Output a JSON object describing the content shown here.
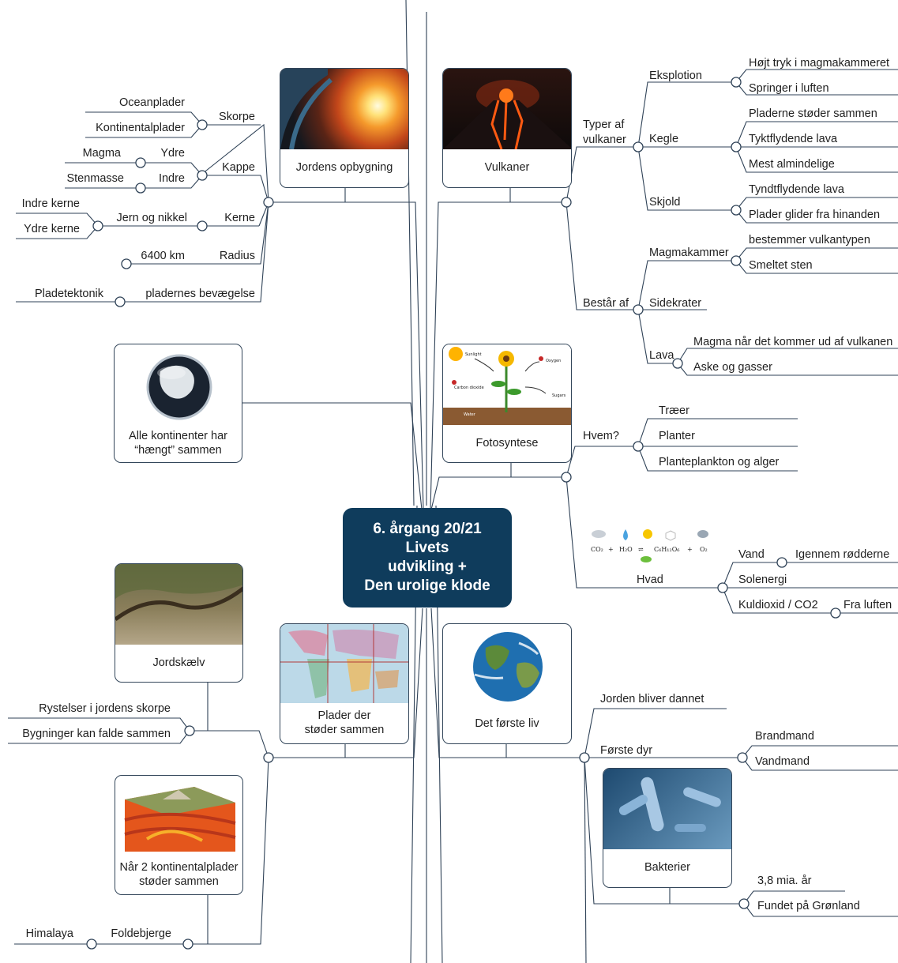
{
  "central": {
    "line1": "6. årgang 20/21",
    "line2": "Livets",
    "line3": "udvikling +",
    "line4": "Den urolige klode"
  },
  "cards": {
    "jordens_opbygning": "Jordens opbygning",
    "vulkaner": "Vulkaner",
    "alle_kontinenter_line1": "Alle kontinenter har",
    "alle_kontinenter_line2": "“hængt” sammen",
    "fotosyntese": "Fotosyntese",
    "jordskaelv": "Jordskælv",
    "plader_line1": "Plader der",
    "plader_line2": "støder sammen",
    "det_forste_liv": "Det første liv",
    "kontinentalplader_line1": "Når 2 kontinentalplader",
    "kontinentalplader_line2": "støder sammen",
    "bakterier": "Bakterier"
  },
  "photo_labels": {
    "sunlight": "Sunlight",
    "carbon_dioxide": "Carbon dioxide",
    "oxygen": "Oxygen",
    "sugars": "Sugars",
    "water": "Water"
  },
  "equation": {
    "co2": "CO₂",
    "plus1": "+",
    "h2o": "H₂O",
    "arrow": "⇌",
    "glucose": "C₆H₁₂O₆",
    "plus2": "+",
    "o2": "O₂"
  },
  "opbygning": {
    "skorpe": "Skorpe",
    "oceanplader": "Oceanplader",
    "kontinentalplader": "Kontinentalplader",
    "kappe": "Kappe",
    "ydre": "Ydre",
    "magma": "Magma",
    "indre": "Indre",
    "stenmasse": "Stenmasse",
    "kerne": "Kerne",
    "jern_og_nikkel": "Jern og nikkel",
    "indre_kerne": "Indre kerne",
    "ydre_kerne": "Ydre kerne",
    "radius": "Radius",
    "radius_value": "6400 km",
    "pladernes": "pladernes bevægelse",
    "pladetektonik": "Pladetektonik"
  },
  "vulkaner": {
    "typer_line1": "Typer af",
    "typer_line2": "vulkaner",
    "eksplotion": "Eksplotion",
    "hojt_tryk": "Højt tryk i magmakammeret",
    "springer": "Springer i luften",
    "kegle": "Kegle",
    "pladerne_stoder": "Pladerne støder sammen",
    "tyktflydende": "Tyktflydende lava",
    "mest_almindelige": "Mest almindelige",
    "skjold": "Skjold",
    "tyndtflydende": "Tyndtflydende lava",
    "plader_glider": "Plader glider fra hinanden",
    "bestaar_af": "Består af",
    "magmakammer": "Magmakammer",
    "bestemmer": "bestemmer vulkantypen",
    "smeltet_sten": "Smeltet sten",
    "sidekrater": "Sidekrater",
    "lava": "Lava",
    "magma_naar": "Magma når det kommer ud af vulkanen",
    "aske": "Aske og gasser"
  },
  "fotosyntese": {
    "hvem": "Hvem?",
    "traeer": "Træer",
    "planter": "Planter",
    "planteplankton": "Planteplankton og alger",
    "hvad": "Hvad",
    "vand": "Vand",
    "igennem": "Igennem rødderne",
    "solenergi": "Solenergi",
    "kuldioxid": "Kuldioxid / CO2",
    "fra_luften": "Fra luften"
  },
  "jordskaelv": {
    "rystelser": "Rystelser i jordens skorpe",
    "bygninger": "Bygninger kan falde sammen",
    "foldebjerge": "Foldebjerge",
    "himalaya": "Himalaya"
  },
  "forste_liv": {
    "jorden_dannet": "Jorden bliver dannet",
    "forste_dyr": "Første dyr",
    "brandmand": "Brandmand",
    "vandmand": "Vandmand",
    "mia": "3,8 mia. år",
    "fundet": "Fundet på Grønland"
  },
  "colors": {
    "central_bg": "#0f3c5c",
    "lines": "#2f4257"
  }
}
